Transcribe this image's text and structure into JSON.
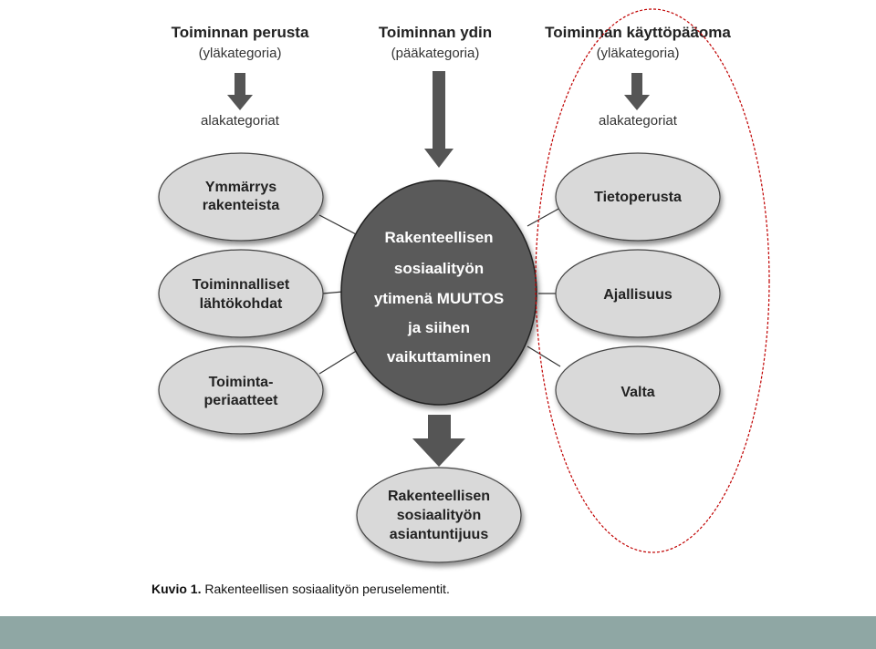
{
  "headers": {
    "left": {
      "title": "Toiminnan perusta",
      "sub": "(yläkategoria)",
      "label": "alakategoriat"
    },
    "center": {
      "title": "Toiminnan ydin",
      "sub": "(pääkategoria)"
    },
    "right": {
      "title": "Toiminnan käyttöpääoma",
      "sub": "(yläkategoria)",
      "label": "alakategoriat"
    }
  },
  "left_nodes": [
    {
      "lines": [
        "Ymmärrys",
        "rakenteista"
      ]
    },
    {
      "lines": [
        "Toiminnalliset",
        "lähtökohdat"
      ]
    },
    {
      "lines": [
        "Toiminta-",
        "periaatteet"
      ]
    }
  ],
  "right_nodes": [
    {
      "lines": [
        "Tietoperusta"
      ]
    },
    {
      "lines": [
        "Ajallisuus"
      ]
    },
    {
      "lines": [
        "Valta"
      ]
    }
  ],
  "core": {
    "lines": [
      "Rakenteellisen",
      "sosiaalityön",
      "ytimenä MUUTOS",
      "ja siihen",
      "vaikuttaminen"
    ]
  },
  "bottom_node": {
    "lines": [
      "Rakenteellisen",
      "sosiaalityön",
      "asiantuntijuus"
    ]
  },
  "caption": {
    "label": "Kuvio 1.",
    "text": " Rakenteellisen sosiaalityön peruselementit."
  },
  "colors": {
    "node_fill": "#d9d9d9",
    "node_stroke": "#444444",
    "core_fill": "#5a5a5a",
    "arrow": "#555555",
    "highlight": "#c00000",
    "footer": "#8fa7a4"
  }
}
